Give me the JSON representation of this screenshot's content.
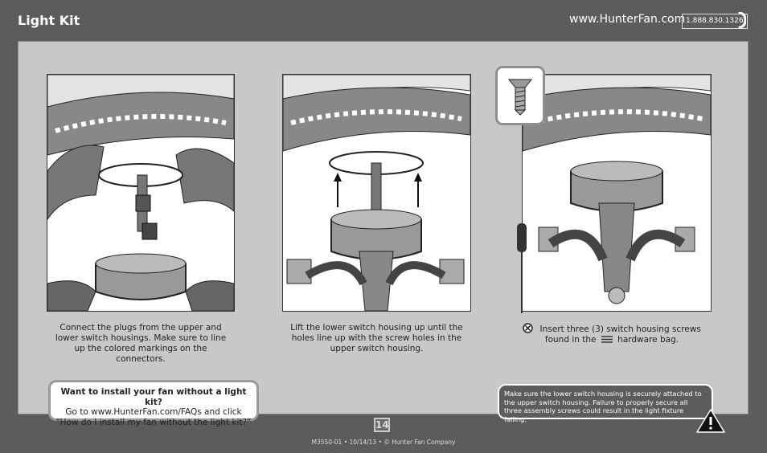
{
  "header": {
    "title": "Light Kit",
    "url": "www.HunterFan.com",
    "phone": "1.888.830.1326"
  },
  "steps": [
    {
      "caption": "Connect the plugs from the upper and lower switch housings. Make sure to line up the colored markings on the connectors."
    },
    {
      "caption": "Lift the lower switch housing up until the holes line up with the screw holes in the upper switch housing."
    },
    {
      "caption_before": "Insert three (3) switch housing screws found in the",
      "caption_after": "hardware bag."
    }
  ],
  "info_box": {
    "question": "Want to install your fan without a light kit?",
    "line1": "Go to www.HunterFan.com/FAQs and click",
    "line2": "“How do I install my fan without the light kit?”"
  },
  "warning": {
    "text": "Make sure the lower switch housing is securely attached to the upper switch housing. Failure to properly secure all three assembly screws could result in the light fixture falling."
  },
  "footer": {
    "page_number": "14",
    "text": "M3550-01 • 10/14/13 • © Hunter Fan Company"
  },
  "icons": {
    "phone": "phone-icon",
    "warning": "warning-triangle-icon",
    "screw_bullet": "screw-head-icon",
    "hardware_bag": "hardware-bag-icon"
  }
}
